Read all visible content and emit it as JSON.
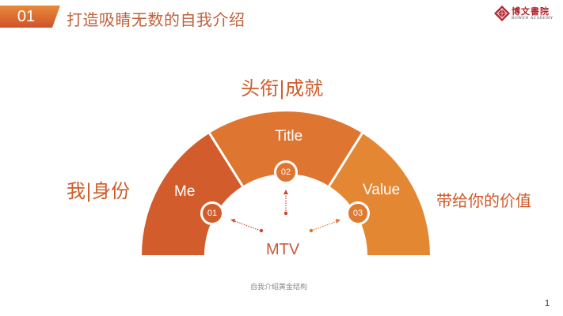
{
  "header": {
    "section_number": "01",
    "title": "打造吸睛无数的自我介绍",
    "accent_color": "#dd6a2c"
  },
  "logo": {
    "name": "博文書院",
    "subtitle": "BOWEN ACADEMY",
    "icon": "diamond-pattern-icon",
    "color": "#b0252e"
  },
  "diagram": {
    "center_label": "MTV",
    "segments": [
      {
        "id": "01",
        "label": "Me",
        "outer_label": "我|身份",
        "color": "#d35c2c"
      },
      {
        "id": "02",
        "label": "Title",
        "outer_label": "头衔|成就",
        "color": "#de7530"
      },
      {
        "id": "03",
        "label": "Value",
        "outer_label": "带给你的价值",
        "color": "#e38733"
      }
    ]
  },
  "caption": "自我介绍黄金结构",
  "page_number": "1"
}
